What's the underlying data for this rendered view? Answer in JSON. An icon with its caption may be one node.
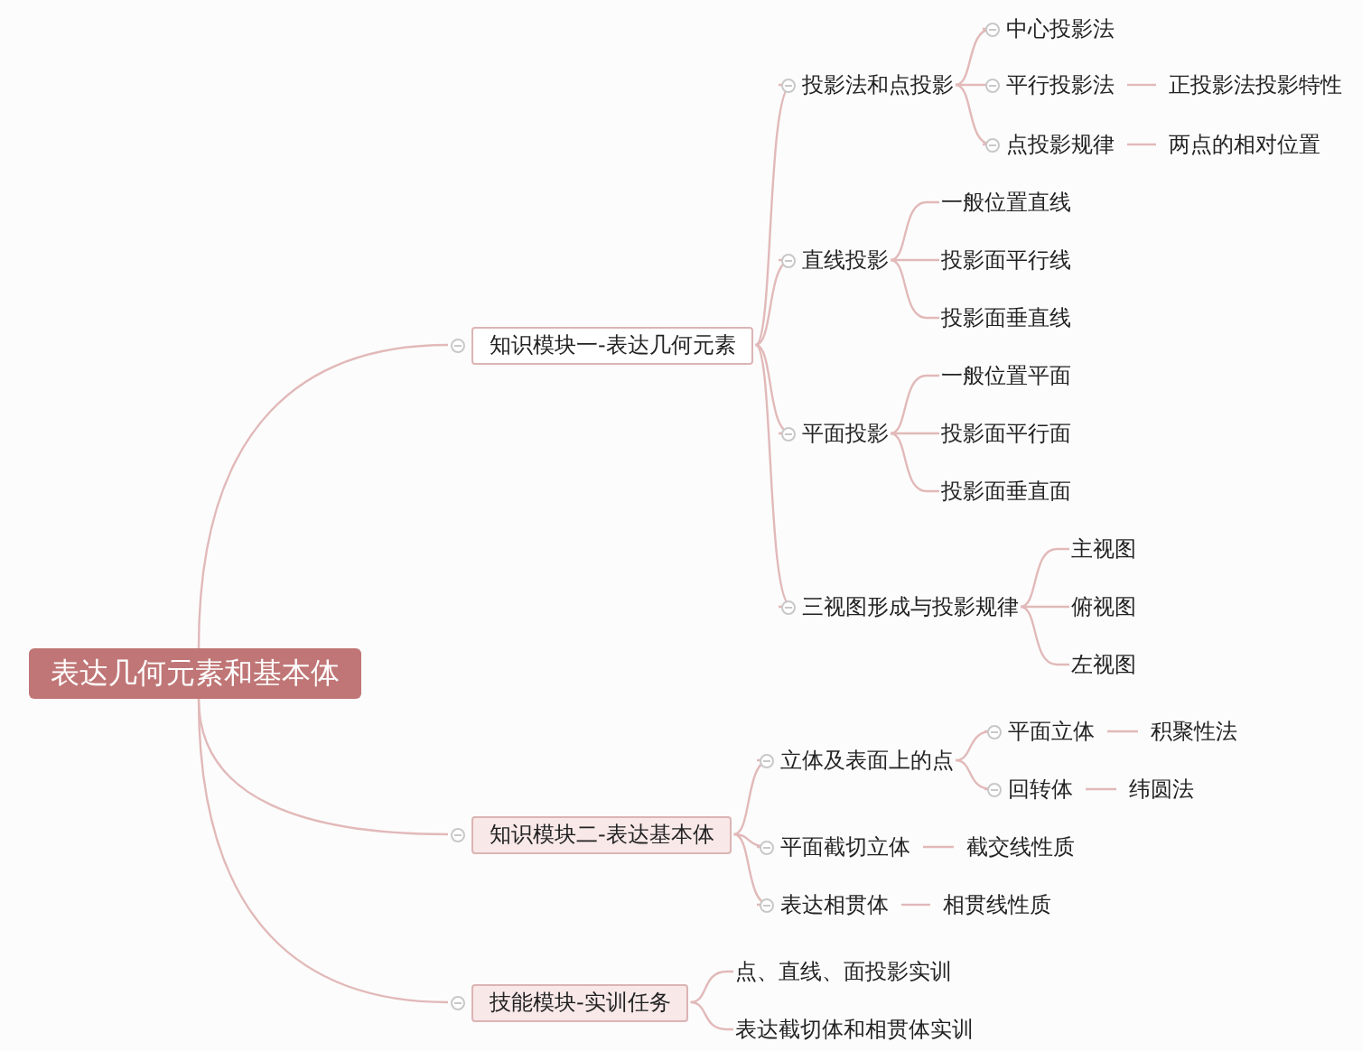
{
  "diagram": {
    "nodes": [
      {
        "text": [
          "表达几何元素和基本体"
        ]
      },
      {
        "text": [
          "知识模块一-表达几何元素"
        ]
      },
      {
        "text": [
          "投影法和点投影"
        ]
      },
      {
        "text": [
          "中心投影法"
        ]
      },
      {
        "text": [
          "平行投影法"
        ]
      },
      {
        "text": [
          "正投影法投影特性"
        ]
      },
      {
        "text": [
          "点投影规律"
        ]
      },
      {
        "text": [
          "两点的相对位置"
        ]
      },
      {
        "text": [
          "直线投影"
        ]
      },
      {
        "text": [
          "一般位置直线"
        ]
      },
      {
        "text": [
          "投影面平行线"
        ]
      },
      {
        "text": [
          "投影面垂直线"
        ]
      },
      {
        "text": [
          "平面投影"
        ]
      },
      {
        "text": [
          "一般位置平面"
        ]
      },
      {
        "text": [
          "投影面平行面"
        ]
      },
      {
        "text": [
          "投影面垂直面"
        ]
      },
      {
        "text": [
          "三视图形成与投影规律"
        ]
      },
      {
        "text": [
          "主视图"
        ]
      },
      {
        "text": [
          "俯视图"
        ]
      },
      {
        "text": [
          "左视图"
        ]
      },
      {
        "text": [
          "知识模块二-表达基本体"
        ]
      },
      {
        "text": [
          "立体及表面上的点"
        ]
      },
      {
        "text": [
          "平面立体"
        ]
      },
      {
        "text": [
          "积聚性法"
        ]
      },
      {
        "text": [
          "回转体"
        ]
      },
      {
        "text": [
          "纬圆法"
        ]
      },
      {
        "text": [
          "平面截切立体"
        ]
      },
      {
        "text": [
          "截交线性质"
        ]
      },
      {
        "text": [
          "表达相贯体"
        ]
      },
      {
        "text": [
          "相贯线性质"
        ]
      },
      {
        "text": [
          "技能模块-实训任务"
        ]
      },
      {
        "text": [
          "点、直线、面投影实训"
        ]
      },
      {
        "text": [
          "表达截切体和相贯体实训"
        ]
      }
    ],
    "edges": [
      {
        "from": 0,
        "to": 1,
        "arrow": "none"
      },
      {
        "from": 0,
        "to": 20,
        "arrow": "none"
      },
      {
        "from": 0,
        "to": 30,
        "arrow": "none"
      },
      {
        "from": 1,
        "to": 2,
        "arrow": "none"
      },
      {
        "from": 1,
        "to": 8,
        "arrow": "none"
      },
      {
        "from": 1,
        "to": 12,
        "arrow": "none"
      },
      {
        "from": 1,
        "to": 16,
        "arrow": "none"
      },
      {
        "from": 2,
        "to": 3,
        "arrow": "none"
      },
      {
        "from": 2,
        "to": 4,
        "arrow": "none"
      },
      {
        "from": 2,
        "to": 6,
        "arrow": "none"
      },
      {
        "from": 4,
        "to": 5,
        "arrow": "none"
      },
      {
        "from": 6,
        "to": 7,
        "arrow": "none"
      },
      {
        "from": 8,
        "to": 9,
        "arrow": "none"
      },
      {
        "from": 8,
        "to": 10,
        "arrow": "none"
      },
      {
        "from": 8,
        "to": 11,
        "arrow": "none"
      },
      {
        "from": 12,
        "to": 13,
        "arrow": "none"
      },
      {
        "from": 12,
        "to": 14,
        "arrow": "none"
      },
      {
        "from": 12,
        "to": 15,
        "arrow": "none"
      },
      {
        "from": 16,
        "to": 17,
        "arrow": "none"
      },
      {
        "from": 16,
        "to": 18,
        "arrow": "none"
      },
      {
        "from": 16,
        "to": 19,
        "arrow": "none"
      },
      {
        "from": 20,
        "to": 21,
        "arrow": "none"
      },
      {
        "from": 20,
        "to": 26,
        "arrow": "none"
      },
      {
        "from": 20,
        "to": 28,
        "arrow": "none"
      },
      {
        "from": 21,
        "to": 22,
        "arrow": "none"
      },
      {
        "from": 21,
        "to": 24,
        "arrow": "none"
      },
      {
        "from": 22,
        "to": 23,
        "arrow": "none"
      },
      {
        "from": 24,
        "to": 25,
        "arrow": "none"
      },
      {
        "from": 26,
        "to": 27,
        "arrow": "none"
      },
      {
        "from": 28,
        "to": 29,
        "arrow": "none"
      },
      {
        "from": 30,
        "to": 31,
        "arrow": "none"
      },
      {
        "from": 30,
        "to": 32,
        "arrow": "none"
      }
    ]
  }
}
